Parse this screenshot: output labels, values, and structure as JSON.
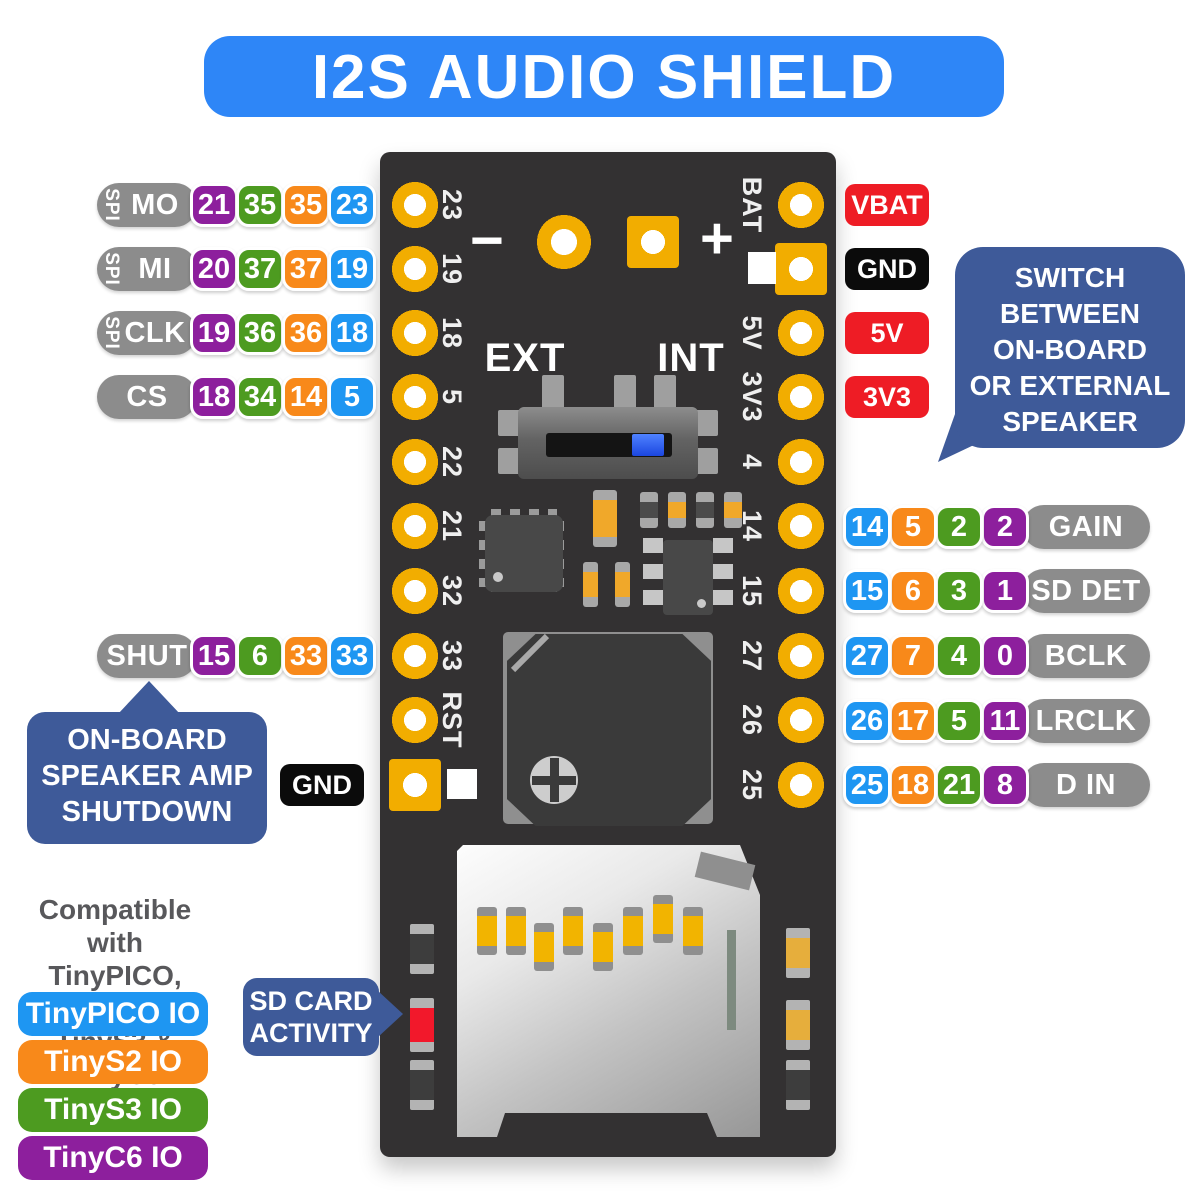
{
  "title": "I2S AUDIO SHIELD",
  "colors": {
    "title_bg": "#2E86F7",
    "tinypico_blue": "#1E96F2",
    "tinys2_orange": "#F8891A",
    "tinys3_green": "#4D9B20",
    "tinyc6_purple": "#8D1F9D",
    "signal_gray": "#8C8C8C",
    "power_red": "#EE1C25",
    "ground_black": "#0B0B0B",
    "callout_blue": "#3E5A99",
    "board_dark": "#333132",
    "pad_gold": "#F2AD00",
    "sd_led_red": "#F2182B"
  },
  "left_rows": [
    {
      "prefix": "SPI",
      "label": "MO",
      "c6": "21",
      "s3": "35",
      "s2": "35",
      "pico": "23"
    },
    {
      "prefix": "SPI",
      "label": "MI",
      "c6": "20",
      "s3": "37",
      "s2": "37",
      "pico": "19"
    },
    {
      "prefix": "SPI",
      "label": "CLK",
      "c6": "19",
      "s3": "36",
      "s2": "36",
      "pico": "18"
    },
    {
      "prefix": "",
      "label": "CS",
      "c6": "18",
      "s3": "34",
      "s2": "14",
      "pico": "5"
    },
    {
      "prefix": "",
      "label": "SHUT",
      "c6": "15",
      "s3": "6",
      "s2": "33",
      "pico": "33"
    }
  ],
  "right_rows": [
    {
      "label": "GAIN",
      "pico": "14",
      "s2": "5",
      "s3": "2",
      "c6": "2"
    },
    {
      "label": "SD DET",
      "pico": "15",
      "s2": "6",
      "s3": "3",
      "c6": "1"
    },
    {
      "label": "BCLK",
      "pico": "27",
      "s2": "7",
      "s3": "4",
      "c6": "0"
    },
    {
      "label": "LRCLK",
      "pico": "26",
      "s2": "17",
      "s3": "5",
      "c6": "11"
    },
    {
      "label": "D IN",
      "pico": "25",
      "s2": "18",
      "s3": "21",
      "c6": "8"
    }
  ],
  "power_pins": [
    {
      "label": "VBAT"
    },
    {
      "label": "GND"
    },
    {
      "label": "5V"
    },
    {
      "label": "3V3"
    }
  ],
  "board": {
    "left_pins": [
      "23",
      "19",
      "18",
      "5",
      "22",
      "21",
      "32",
      "33",
      "RST"
    ],
    "right_pins": [
      "BAT",
      "5V",
      "3V3",
      "4",
      "14",
      "15",
      "27",
      "26",
      "25"
    ],
    "gnd_pill": "GND",
    "battery_minus": "−",
    "battery_plus": "+",
    "switch_ext": "EXT",
    "switch_int": "INT"
  },
  "callouts": {
    "switch_speaker": {
      "lines": [
        "SWITCH",
        "BETWEEN",
        "ON-BOARD",
        "OR EXTERNAL",
        "SPEAKER"
      ]
    },
    "amp_shutdown": {
      "lines": [
        "ON-BOARD",
        "SPEAKER AMP",
        "SHUTDOWN"
      ]
    },
    "sd_activity": {
      "lines": [
        "SD CARD",
        "ACTIVITY"
      ]
    }
  },
  "legend": {
    "compatible_lines": [
      "Compatible with",
      "TinyPICO, TinyS2,",
      "TinyS3 & TinyC6"
    ],
    "items": [
      {
        "label": "TinyPICO IO"
      },
      {
        "label": "TinyS2 IO"
      },
      {
        "label": "TinyS3 IO"
      },
      {
        "label": "TinyC6 IO"
      }
    ]
  }
}
